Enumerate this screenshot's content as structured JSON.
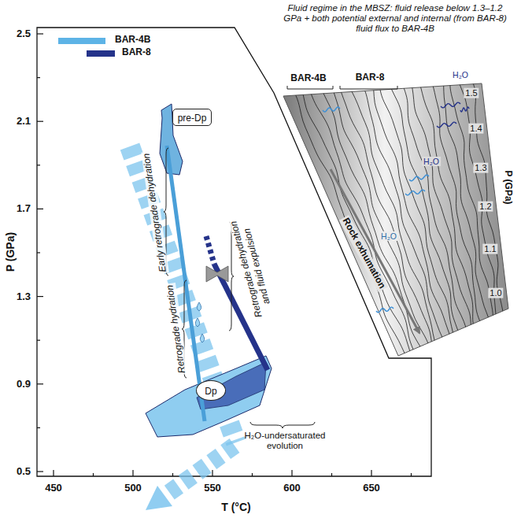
{
  "diagram": {
    "title": "Fluid regime in the MBSZ: fluid release below 1.3–1.2 GPa + both potential external and internal (from BAR-8) fluid flux to BAR-4B",
    "nodes": [
      {
        "text": [
          "pre-Dp"
        ]
      },
      {
        "text": [
          "Dp"
        ]
      }
    ],
    "labels": [
      "2.5",
      "2.1",
      "1.7",
      "1.3",
      "0.9",
      "0.5",
      "P (GPa)",
      "450",
      "500",
      "550",
      "600",
      "650",
      "T (°C)",
      "Early retrograde dehydration",
      "Retrograde hydration",
      "Retrograde dehydration and fluid expulsion",
      "H₂O-undersaturated evolution",
      "BAR-4B",
      "BAR-8",
      "1.5",
      "1.4",
      "1.3",
      "1.2",
      "1.1",
      "1.0",
      "P (GPa)",
      "Rock exhumation",
      "H₂O",
      "H₂O",
      "H₂O"
    ],
    "legend": [
      {
        "text": "BAR-4B",
        "color": "#5db3e6"
      },
      {
        "text": "BAR-8",
        "color": "#25338a"
      }
    ]
  }
}
